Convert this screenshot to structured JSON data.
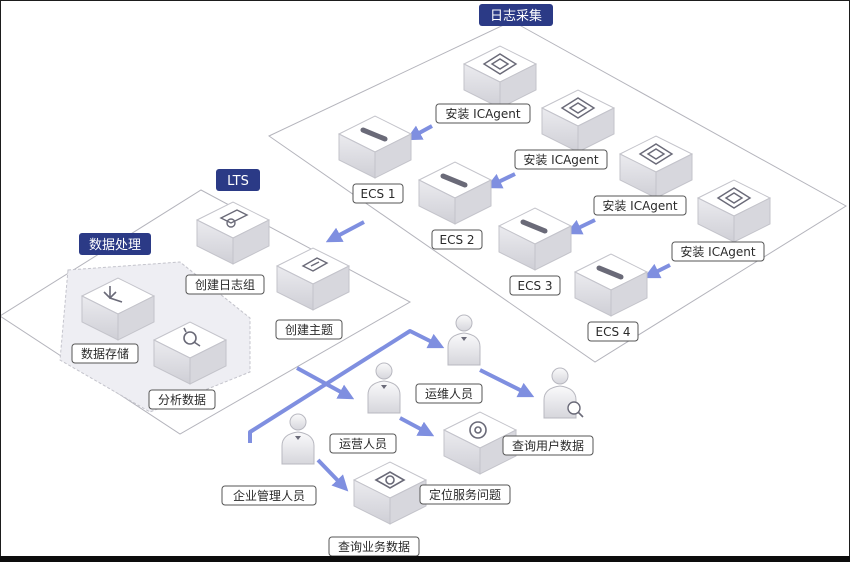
{
  "groups": {
    "log_collection": {
      "title": "日志采集"
    },
    "lts": {
      "title": "LTS"
    },
    "data_processing": {
      "title": "数据处理"
    }
  },
  "nodes": {
    "agent_1": {
      "label": "安装 ICAgent",
      "icon": "server-config-icon"
    },
    "agent_2": {
      "label": "安装 ICAgent",
      "icon": "server-config-icon"
    },
    "agent_3": {
      "label": "安装 ICAgent",
      "icon": "server-config-icon"
    },
    "agent_4": {
      "label": "安装 ICAgent",
      "icon": "server-config-icon"
    },
    "ecs_1": {
      "label": "ECS 1",
      "icon": "cloud-server-icon"
    },
    "ecs_2": {
      "label": "ECS 2",
      "icon": "cloud-server-icon"
    },
    "ecs_3": {
      "label": "ECS 3",
      "icon": "cloud-server-icon"
    },
    "ecs_4": {
      "label": "ECS 4",
      "icon": "cloud-server-icon"
    },
    "create_log_group": {
      "label": "创建日志组",
      "icon": "log-group-icon"
    },
    "create_topic": {
      "label": "创建主题",
      "icon": "log-topic-icon"
    },
    "data_storage": {
      "label": "数据存储",
      "icon": "storage-icon"
    },
    "analyze_data": {
      "label": "分析数据",
      "icon": "analysis-icon"
    },
    "ops_staff": {
      "label": "运维人员",
      "icon": "person-icon"
    },
    "operations_staff": {
      "label": "运营人员",
      "icon": "person-icon"
    },
    "enterprise_admin": {
      "label": "企业管理人员",
      "icon": "person-icon"
    },
    "query_user_data": {
      "label": "查询用户数据",
      "icon": "person-search-icon"
    },
    "locate_service_issue": {
      "label": "定位服务问题",
      "icon": "locate-icon"
    },
    "query_business_data": {
      "label": "查询业务数据",
      "icon": "business-data-icon"
    }
  },
  "colors": {
    "badge": "#2b3a86",
    "arrow": "#7f8fe0",
    "platform_stroke": "#b4b4bc",
    "cube_top": "#ffffff",
    "cube_side": "#d9d9de",
    "label_border": "#555555"
  }
}
